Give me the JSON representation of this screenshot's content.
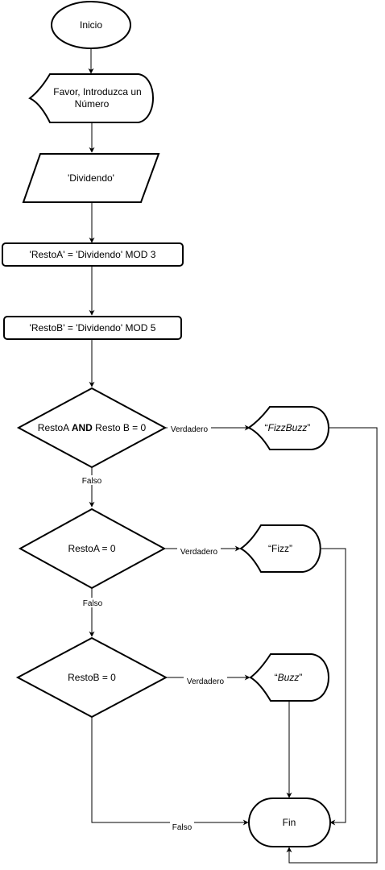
{
  "nodes": {
    "start": "Inicio",
    "prompt_line1": "Favor, Introduzca un",
    "prompt_line2": "Número",
    "input": "'Dividendo'",
    "resto_a": "'RestoA' = 'Dividendo' MOD 3",
    "resto_b": "'RestoB' = 'Dividendo' MOD 5",
    "decision1_pre": "RestoA ",
    "decision1_bold": "AND",
    "decision1_post": " Resto B = 0",
    "decision2": "RestoA = 0",
    "decision3": "RestoB = 0",
    "fizzbuzz_open": "“",
    "fizzbuzz_word": "FizzBuzz",
    "fizzbuzz_close": "”",
    "fizz": "“Fizz”",
    "buzz_open": "“",
    "buzz_word": "Buzz",
    "buzz_close": "”",
    "end": "Fin"
  },
  "edge_labels": {
    "true": "Verdadero",
    "false": "Falso"
  },
  "colors": {
    "stroke": "#000000",
    "fill": "#ffffff"
  }
}
